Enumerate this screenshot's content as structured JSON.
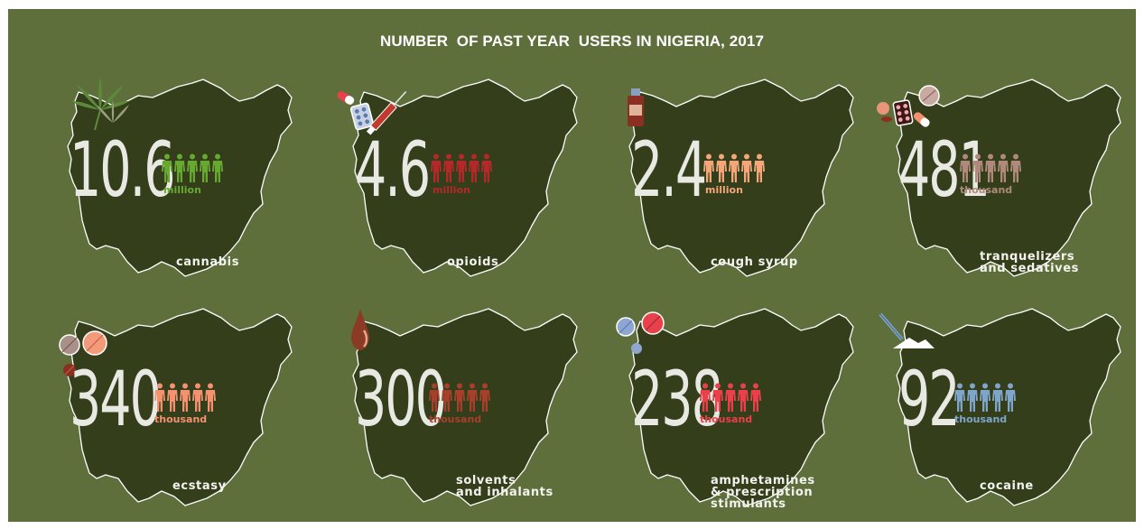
{
  "title": "NUMBER  OF PAST YEAR  USERS IN NIGERIA, 2017",
  "items": [
    {
      "number": "10.6",
      "unit": "million",
      "label_1": "cannabis",
      "label_2": "",
      "label_3": "",
      "color": "#66a832"
    },
    {
      "number": "4.6",
      "unit": "million",
      "label_1": "opioids",
      "label_2": "",
      "label_3": "",
      "color": "#b3292a"
    },
    {
      "number": "2.4",
      "unit": "million",
      "label_1": "cough syrup",
      "label_2": "",
      "label_3": "",
      "color": "#f2a67a"
    },
    {
      "number": "481",
      "unit": "thousand",
      "label_1": "tranquelizers",
      "label_2": "and sedatives",
      "label_3": "",
      "color": "#b0897d"
    },
    {
      "number": "340",
      "unit": "thousand",
      "label_1": "ecstasy",
      "label_2": "",
      "label_3": "",
      "color": "#f29270"
    },
    {
      "number": "300",
      "unit": "thousand",
      "label_1": "solvents",
      "label_2": "and inhalants",
      "label_3": "",
      "color": "#a4402b"
    },
    {
      "number": "238",
      "unit": "thousand",
      "label_1": "amphetamines",
      "label_2": "& prescription",
      "label_3": "stimulants",
      "color": "#e8414b"
    },
    {
      "number": "92",
      "unit": "thousand",
      "label_1": "cocaine",
      "label_2": "",
      "label_3": "",
      "color": "#7fa5c9"
    }
  ],
  "icons": [
    "cannabis-leaf-icon",
    "pills-and-syringe-icon",
    "cough-syrup-bottle-icon",
    "tranquilizer-pills-icon",
    "ecstasy-pills-icon",
    "solvent-drop-icon",
    "amphetamine-pills-icon",
    "cocaine-powder-icon"
  ]
}
